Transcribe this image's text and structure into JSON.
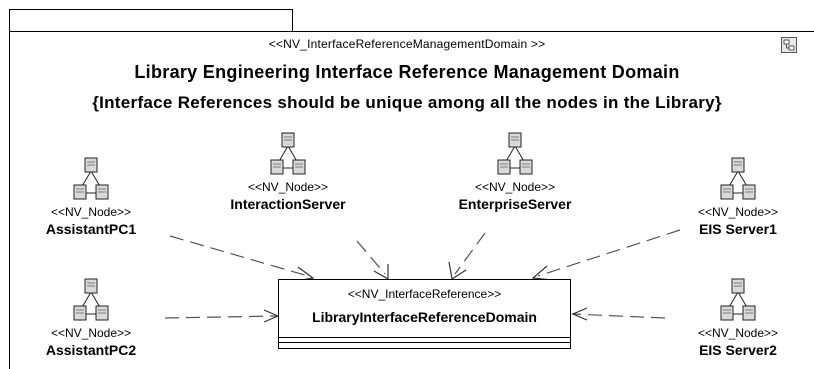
{
  "diagram": {
    "stereotype": "<<NV_InterfaceReferenceManagementDomain >>",
    "title": "Library Engineering Interface Reference Management Domain",
    "constraint": "{Interface References should be unique among all the nodes in the Library}"
  },
  "interface_reference": {
    "stereotype": "<<NV_InterfaceReference>>",
    "name": "LibraryInterfaceReferenceDomain"
  },
  "nodes": [
    {
      "id": "assistant-pc1",
      "stereotype": "<<NV_Node>>",
      "name": "AssistantPC1",
      "icon": "network-node-icon"
    },
    {
      "id": "interaction-server",
      "stereotype": "<<NV_Node>>",
      "name": "InteractionServer",
      "icon": "network-node-icon"
    },
    {
      "id": "enterprise-server",
      "stereotype": "<<NV_Node>>",
      "name": "EnterpriseServer",
      "icon": "network-node-icon"
    },
    {
      "id": "eis-server1",
      "stereotype": "<<NV_Node>>",
      "name": "EIS Server1",
      "icon": "network-node-icon"
    },
    {
      "id": "assistant-pc2",
      "stereotype": "<<NV_Node>>",
      "name": "AssistantPC2",
      "icon": "network-node-icon"
    },
    {
      "id": "eis-server2",
      "stereotype": "<<NV_Node>>",
      "name": "EIS Server2",
      "icon": "network-node-icon"
    }
  ],
  "dependencies": [
    {
      "from": "AssistantPC1",
      "to": "LibraryInterfaceReferenceDomain",
      "style": "dashed-open-arrow"
    },
    {
      "from": "InteractionServer",
      "to": "LibraryInterfaceReferenceDomain",
      "style": "dashed-open-arrow"
    },
    {
      "from": "EnterpriseServer",
      "to": "LibraryInterfaceReferenceDomain",
      "style": "dashed-open-arrow"
    },
    {
      "from": "EIS Server1",
      "to": "LibraryInterfaceReferenceDomain",
      "style": "dashed-open-arrow"
    },
    {
      "from": "AssistantPC2",
      "to": "LibraryInterfaceReferenceDomain",
      "style": "dashed-open-arrow"
    },
    {
      "from": "EIS Server2",
      "to": "LibraryInterfaceReferenceDomain",
      "style": "dashed-open-arrow"
    }
  ],
  "icons": {
    "frame_corner": "diagram-frame-icon",
    "node": "network-node-icon"
  },
  "colors": {
    "line": "#000000",
    "dash": "#555555",
    "background": "#ffffff"
  }
}
